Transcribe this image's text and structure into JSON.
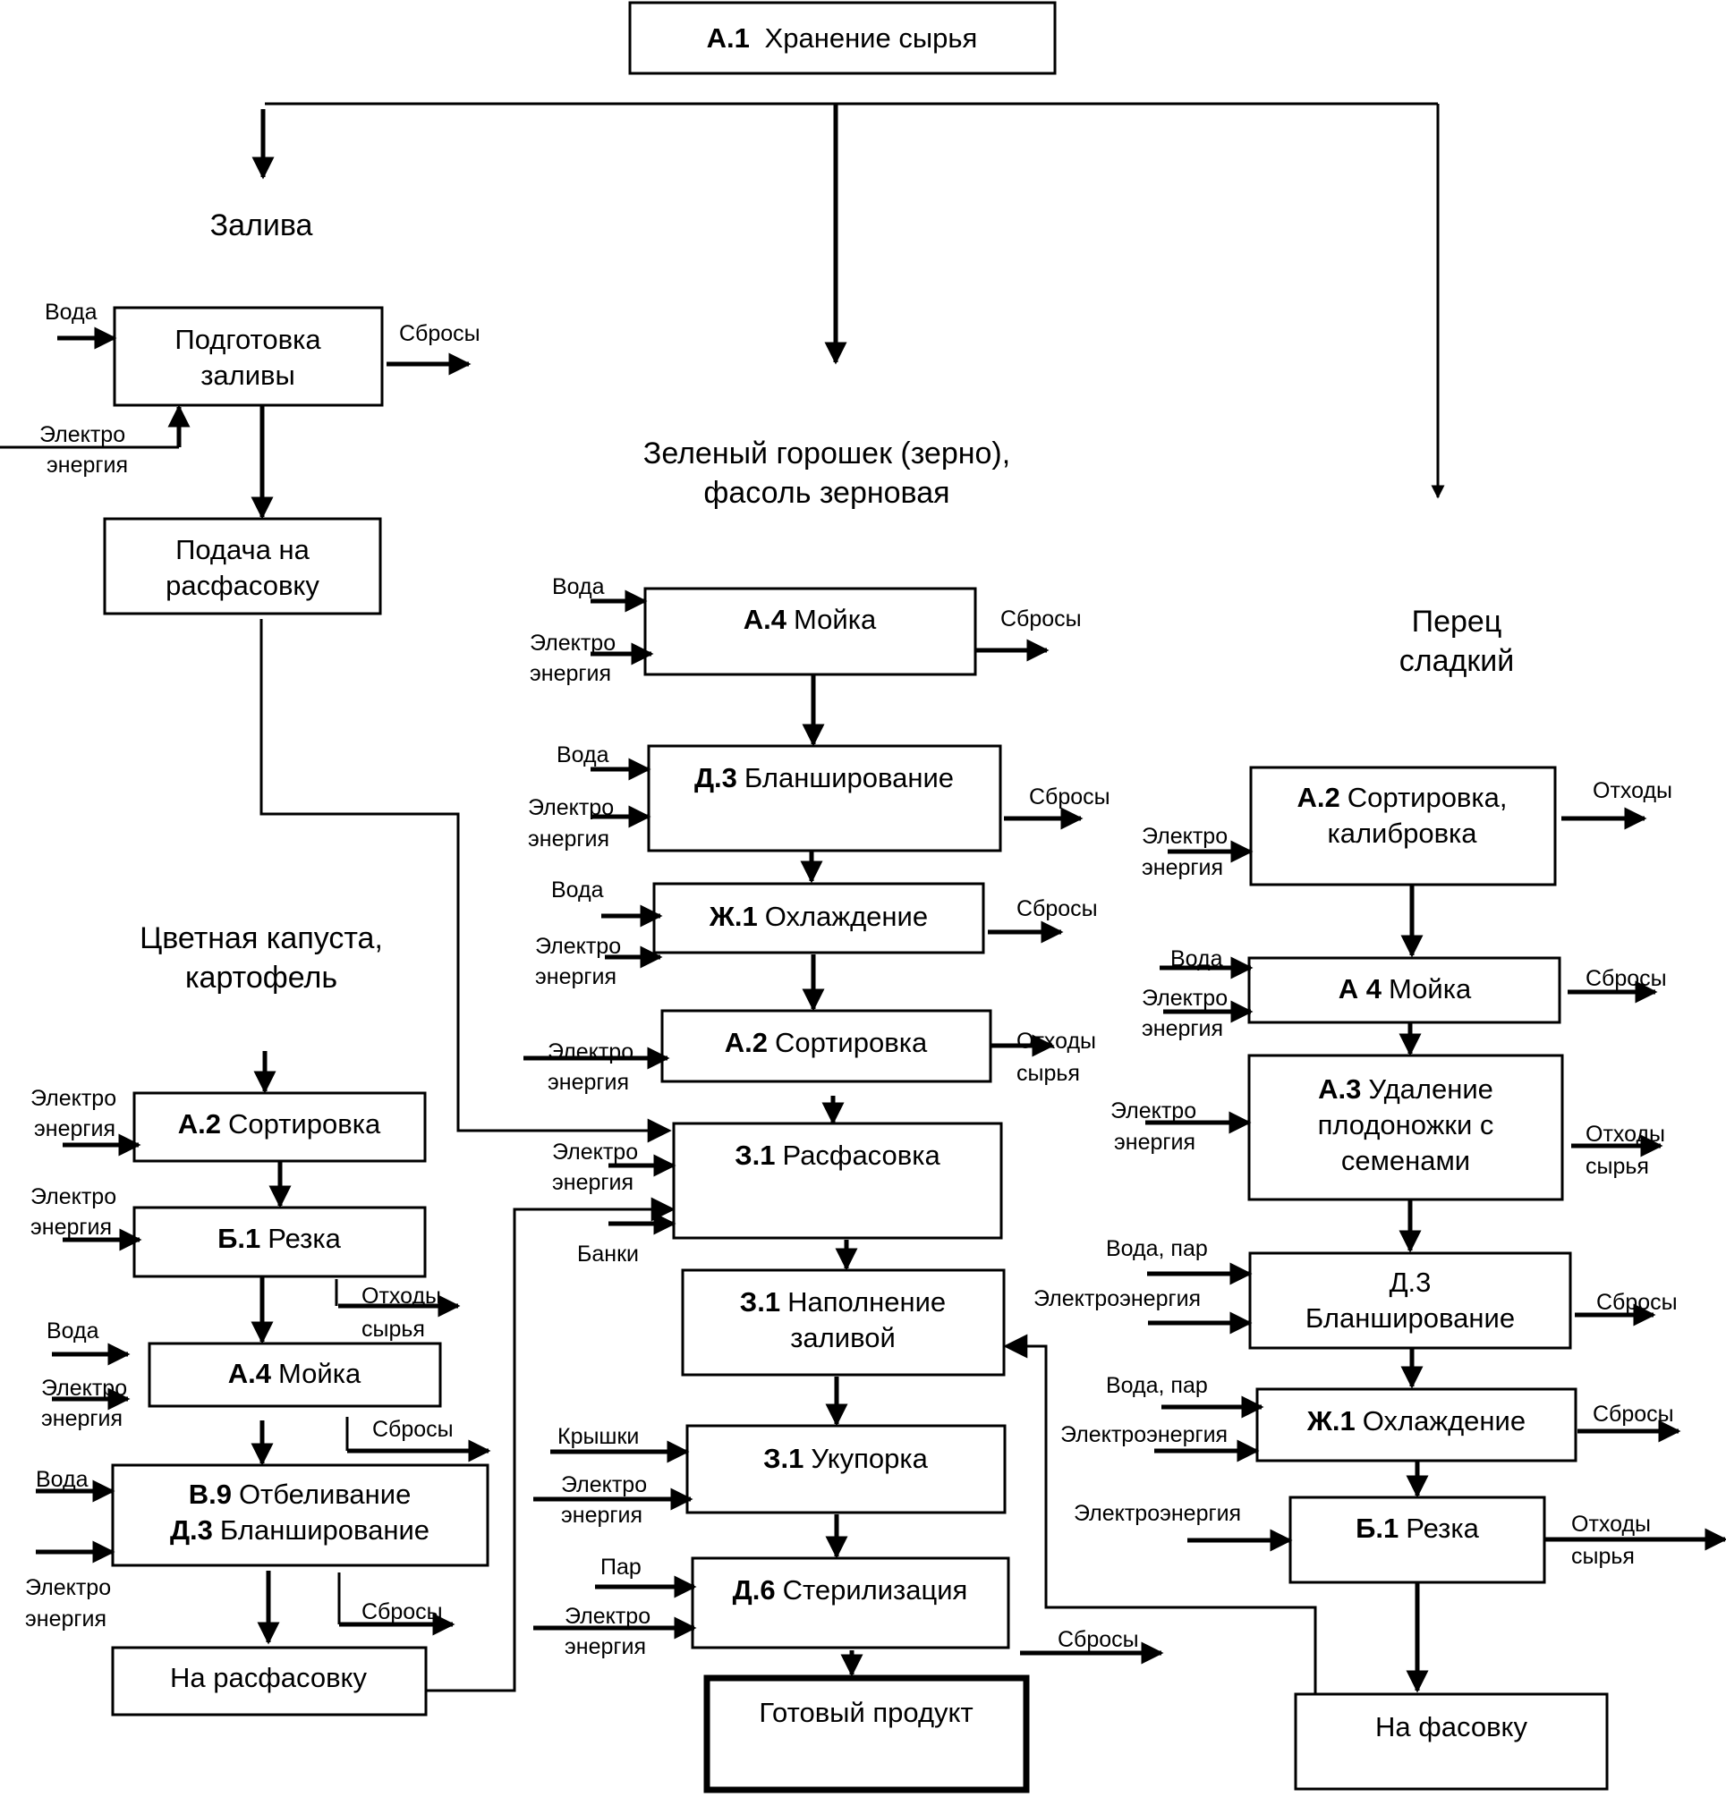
{
  "title_box": {
    "code": "А.1",
    "label": "Хранение сырья"
  },
  "branches": {
    "zaliva": "Залива",
    "peas": [
      "Зеленый горошек (зерно),",
      "фасоль зерновая"
    ],
    "pepper": [
      "Перец",
      "сладкий"
    ],
    "cabbage": [
      "Цветная капуста,",
      "картофель"
    ]
  },
  "labels": {
    "voda": "Вода",
    "elektro": "Электро",
    "energiya": "энергия",
    "elektroenergiya": "Электроэнергия",
    "sbrosy": "Сбросы",
    "othody": "Отходы",
    "syrya": "сырья",
    "banki": "Банки",
    "kryshki": "Крышки",
    "par": "Пар",
    "voda_par": "Вода, пар"
  },
  "zaliva_column": [
    {
      "code": "",
      "lines": [
        "Подготовка",
        "заливы"
      ]
    },
    {
      "code": "",
      "lines": [
        "Подача на",
        "расфасовку"
      ]
    }
  ],
  "center_column": [
    {
      "code": "А.4",
      "lines": [
        "Мойка"
      ]
    },
    {
      "code": "Д.3",
      "lines": [
        "Бланширование"
      ]
    },
    {
      "code": "Ж.1",
      "lines": [
        "Охлаждение"
      ]
    },
    {
      "code": "А.2",
      "lines": [
        "Сортировка"
      ]
    },
    {
      "code": "З.1",
      "lines": [
        "Расфасовка"
      ]
    },
    {
      "code": "З.1",
      "lines": [
        "Наполнение",
        "заливой"
      ]
    },
    {
      "code": "З.1",
      "lines": [
        "Укупорка"
      ]
    },
    {
      "code": "Д.6",
      "lines": [
        "Стерилизация"
      ]
    },
    {
      "code": "",
      "lines": [
        "Готовый продукт"
      ]
    }
  ],
  "left_column": [
    {
      "code": "А.2",
      "lines": [
        "Сортировка"
      ]
    },
    {
      "code": "Б.1",
      "lines": [
        "Резка"
      ]
    },
    {
      "code": "А.4",
      "lines": [
        "Мойка"
      ]
    },
    {
      "code": "В.9",
      "lines": [
        "Отбеливание"
      ],
      "code2": "Д.3",
      "lines2": [
        "Бланширование"
      ]
    },
    {
      "code": "",
      "lines": [
        "На расфасовку"
      ]
    }
  ],
  "right_column": [
    {
      "code": "А.2",
      "lines": [
        "Сортировка,",
        "калибровка"
      ]
    },
    {
      "code": "А 4",
      "lines": [
        "Мойка"
      ]
    },
    {
      "code": "А.3",
      "lines": [
        "Удаление",
        "плодоножки с",
        "семенами"
      ]
    },
    {
      "code": "Д.3",
      "lines": [
        "Бланширование"
      ]
    },
    {
      "code": "Ж.1",
      "lines": [
        "Охлаждение"
      ]
    },
    {
      "code": "Б.1",
      "lines": [
        "Резка"
      ]
    },
    {
      "code": "",
      "lines": [
        "На фасовку"
      ]
    }
  ]
}
